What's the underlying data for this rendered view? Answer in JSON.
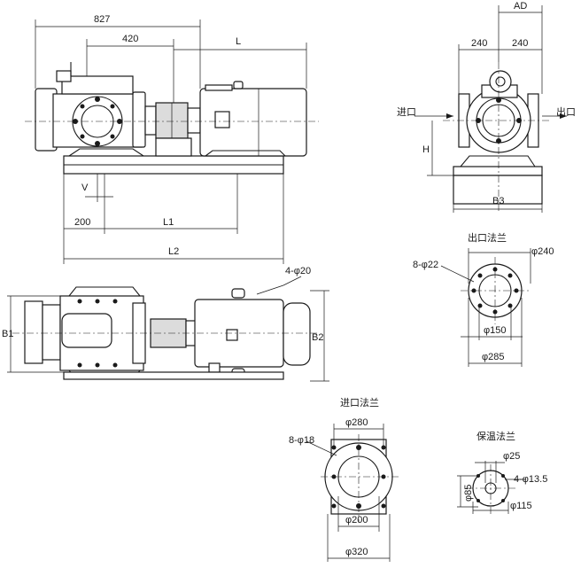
{
  "dims": {
    "d827": "827",
    "d420": "420",
    "dL": "L",
    "dV": "V",
    "d200": "200",
    "dL1": "L1",
    "dL2": "L2",
    "d4phi20": "4-φ20",
    "dB1": "B1",
    "dB2": "B2",
    "dAD": "AD",
    "d240a": "240",
    "d240b": "240",
    "dH": "H",
    "dB3": "B3"
  },
  "labels": {
    "inlet": "进口",
    "outlet": "出口"
  },
  "outlet_flange": {
    "title": "出口法兰",
    "bolts": "8-φ22",
    "od": "φ240",
    "bore": "φ150",
    "pcd": "φ285"
  },
  "inlet_flange": {
    "title": "进口法兰",
    "bolts": "8-φ18",
    "od": "φ280",
    "bore": "φ200",
    "pcd": "φ320"
  },
  "heating_flange": {
    "title": "保温法兰",
    "bore": "φ25",
    "bolts": "4-φ13.5",
    "pcd": "φ85",
    "od": "φ115"
  }
}
